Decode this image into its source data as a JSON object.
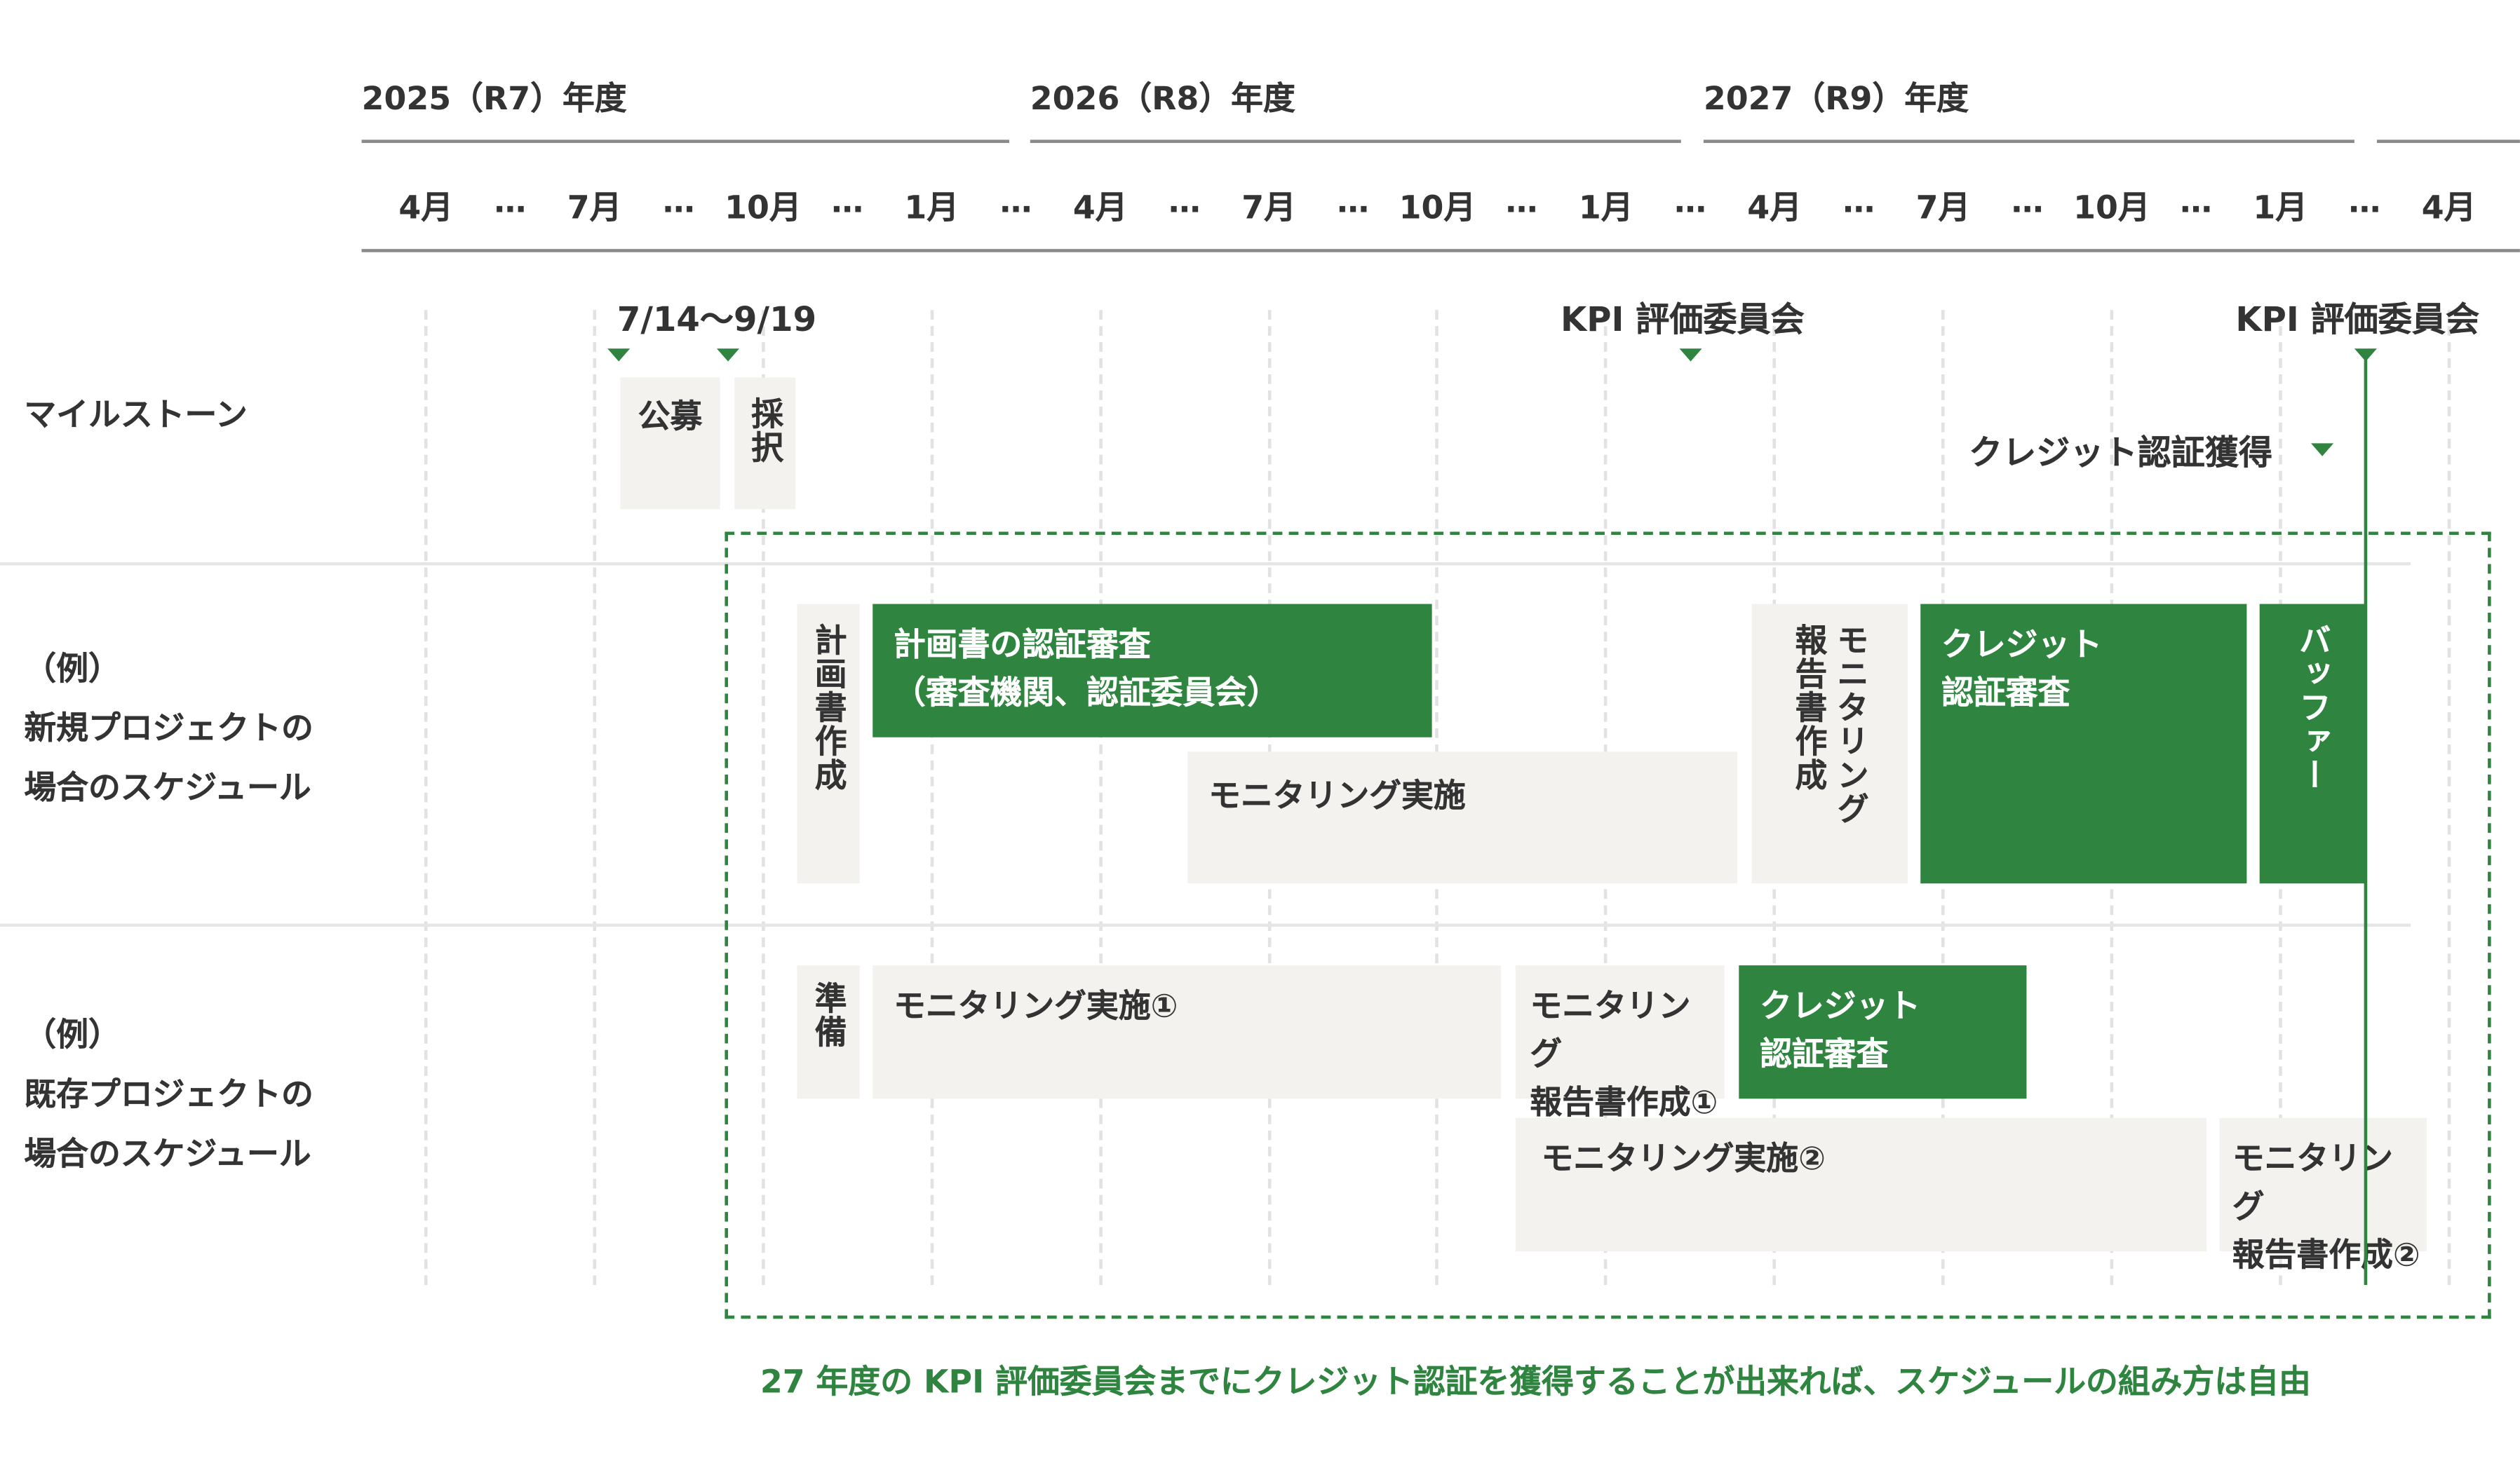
{
  "years": [
    {
      "label": "2025（R7）年度"
    },
    {
      "label": "2026（R8）年度"
    },
    {
      "label": "2027（R9）年度"
    }
  ],
  "months": [
    "4月",
    "…",
    "7月",
    "…",
    "10月",
    "…",
    "1月",
    "…",
    "4月",
    "…",
    "7月",
    "…",
    "10月",
    "…",
    "1月",
    "…",
    "4月",
    "…",
    "7月",
    "…",
    "10月",
    "…",
    "1月",
    "…",
    "4月"
  ],
  "rows": {
    "milestone": "マイルストーン",
    "new_project": "（例）\n新規プロジェクトの\n場合のスケジュール",
    "existing_project": "（例）\n既存プロジェクトの\n場合のスケジュール"
  },
  "milestones": {
    "period": "7/14〜9/19",
    "kpi1": "KPI 評価委員会",
    "kpi2": "KPI 評価委員会",
    "credit": "クレジット認証獲得"
  },
  "boxes": {
    "koubo": "公募",
    "saitaku": "採択",
    "keikaku_sakusei": "計画書作成",
    "keikaku_shinsa": "計画書の認証審査\n（審査機関、認証委員会）",
    "monitoring_new": "モニタリング実施",
    "monitoring_report_new": "モニタリング\n報告書作成",
    "credit_new": "クレジット\n認証審査",
    "buffer": "バッファー",
    "junbi": "準備",
    "monitoring1": "モニタリング実施①",
    "report1": "モニタリング\n報告書作成①",
    "credit_existing": "クレジット\n認証審査",
    "monitoring2": "モニタリング実施②",
    "report2": "モニタリング\n報告書作成②"
  },
  "note": "27 年度の KPI 評価委員会までにクレジット認証を獲得することが出来れば、スケジュールの組み方は自由",
  "colors": {
    "accent": "#2f8540",
    "gray_box": "#f3f2ef",
    "text": "#333333"
  }
}
